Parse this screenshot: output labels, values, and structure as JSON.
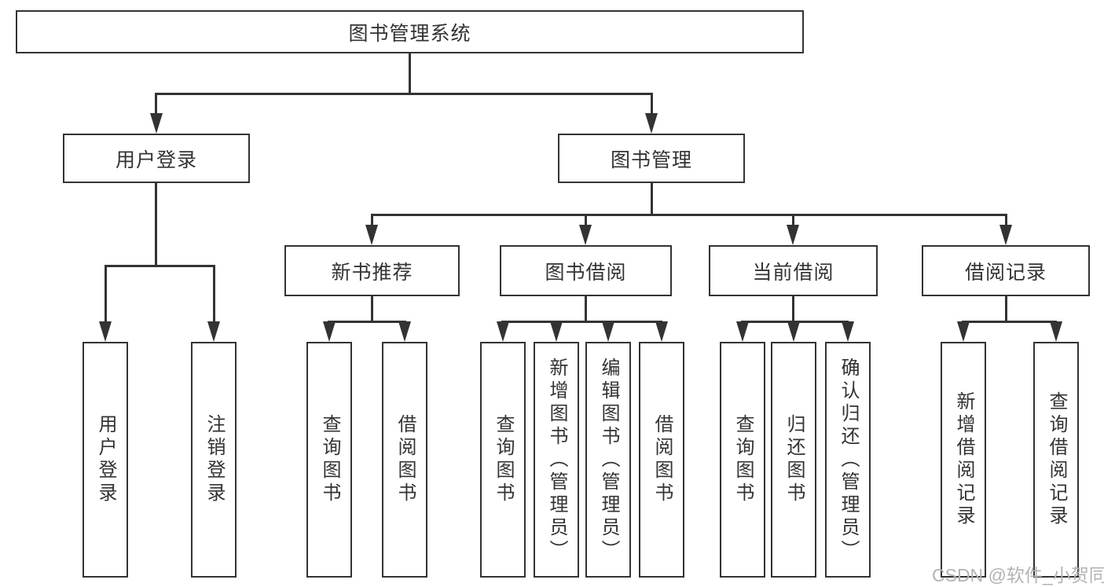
{
  "tree": {
    "root": "图书管理系统",
    "branches": [
      {
        "label": "用户登录",
        "children": [
          "用户登录",
          "注销登录"
        ]
      },
      {
        "label": "图书管理",
        "sections": [
          {
            "label": "新书推荐",
            "children": [
              "查询图书",
              "借阅图书"
            ]
          },
          {
            "label": "图书借阅",
            "children": [
              "查询图书",
              "新增图书（管理员）",
              "编辑图书（管理员）",
              "借阅图书"
            ]
          },
          {
            "label": "当前借阅",
            "children": [
              "查询图书",
              "归还图书",
              "确认归还（管理员）"
            ]
          },
          {
            "label": "借阅记录",
            "children": [
              "新增借阅记录",
              "查询借阅记录"
            ]
          }
        ]
      }
    ]
  },
  "watermark": {
    "text": "CSDN @软件_小贺同学"
  },
  "colors": {
    "line": "#333333",
    "text": "#333333",
    "watermark": "#b3b3b3",
    "background": "#ffffff"
  }
}
